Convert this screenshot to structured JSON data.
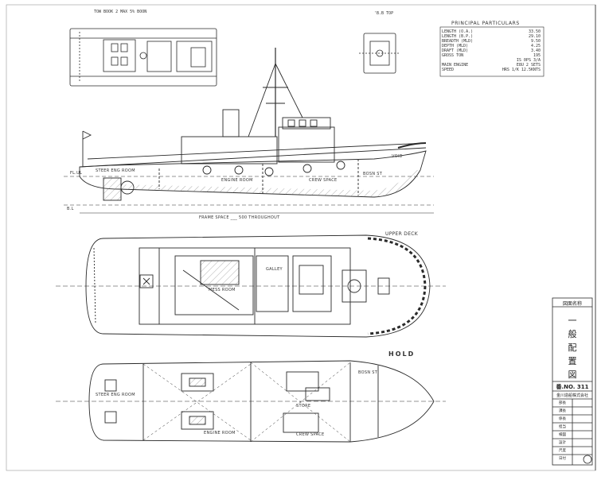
{
  "header": {
    "top_note": "TOW BOOK 2 MAX 5% BOON",
    "top_view_label": "'B.B TOP"
  },
  "principal_particulars": {
    "title": "PRINCIPAL PARTICULARS",
    "rows": [
      {
        "key": "LENGTH (O.A.)",
        "value": "33.50"
      },
      {
        "key": "LENGTH (B.P.)",
        "value": "29.10"
      },
      {
        "key": "BREADTH (MLD)",
        "value": "9.50"
      },
      {
        "key": "DEPTH (MLD)",
        "value": "4.25"
      },
      {
        "key": "DRAFT (MLD)",
        "value": "3.40"
      },
      {
        "key": "GROSS TON",
        "value": "195"
      },
      {
        "key": "",
        "value": "IS 0PS 3/A"
      },
      {
        "key": "MAIN ENGINE",
        "value": "E8U 2 SETS"
      },
      {
        "key": "SPEED",
        "value": "HRS 1/K 12.5KNTS"
      }
    ]
  },
  "profile_labels": {
    "steer_eng_room": "STEER ENG ROOM",
    "engine_room": "ENGINE ROOM",
    "crew_space": "CREW SPACE",
    "frame_spacing": "FRAME SPACE ___ 500 THROUGHOUT",
    "bosn_st": "BOSN ST",
    "void": "VOID",
    "fl_ul": "FL.UL",
    "bl": "B.L"
  },
  "deck_labels": {
    "upper_deck": "UPPER DECK",
    "galley": "GALLEY",
    "mess_room": "MESS ROOM"
  },
  "hold_labels": {
    "title": "HOLD",
    "steer_eng_room": "STEER ENG ROOM",
    "engine_room": "ENGINE ROOM",
    "store": "STORE",
    "bosn_st": "BOSN ST",
    "crew_space": "CREW SPACE"
  },
  "title_block": {
    "drawing_name_label": "図面名称",
    "title_chars": [
      "一",
      "般",
      "配",
      "置",
      "図"
    ],
    "drawing_no": "番.NO. 311",
    "company": "金川造船株式会社",
    "rows": [
      "部長",
      "課長",
      "係長",
      "担当",
      "検図",
      "設計",
      "尺度",
      "日付"
    ]
  },
  "colors": {
    "line": "#2a2a2a",
    "hatch": "#555555",
    "paper": "#ffffff"
  }
}
